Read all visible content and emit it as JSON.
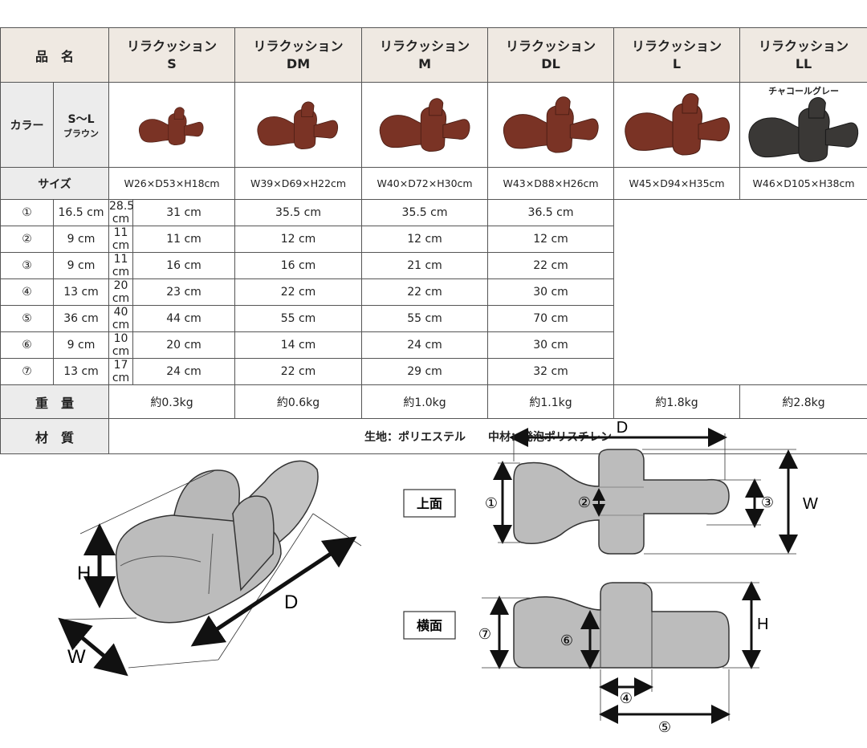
{
  "table": {
    "name_header": "品　名",
    "products": [
      {
        "name": "リラクッション",
        "size": "S",
        "dims": "W26×D53×H18cm",
        "weight": "約0.3kg",
        "color": "#7a3325"
      },
      {
        "name": "リラクッション",
        "size": "DM",
        "dims": "W39×D69×H22cm",
        "weight": "約0.6kg",
        "color": "#7a3325"
      },
      {
        "name": "リラクッション",
        "size": "M",
        "dims": "W40×D72×H30cm",
        "weight": "約1.0kg",
        "color": "#7a3325"
      },
      {
        "name": "リラクッション",
        "size": "DL",
        "dims": "W43×D88×H26cm",
        "weight": "約1.1kg",
        "color": "#7a3325"
      },
      {
        "name": "リラクッション",
        "size": "L",
        "dims": "W45×D94×H35cm",
        "weight": "約1.8kg",
        "color": "#7a3325"
      },
      {
        "name": "リラクッション",
        "size": "LL",
        "dims": "W46×D105×H38cm",
        "weight": "約2.8kg",
        "color": "#3a3836"
      }
    ],
    "color_label": "カラー",
    "color_sub_range": "S～L",
    "color_sub_name": "ブラウン",
    "charcoal_label": "チャコールグレー",
    "size_label": "サイズ",
    "weight_label": "重　量",
    "material_label": "材　質",
    "material_value": "生地：ポリエステル　　中材：発泡ポリスチレン",
    "measure_rows": [
      {
        "mark": "①",
        "values": [
          "16.5 cm",
          "28.5 cm",
          "31 cm",
          "35.5 cm",
          "35.5 cm",
          "36.5 cm"
        ]
      },
      {
        "mark": "②",
        "values": [
          "9 cm",
          "11 cm",
          "11 cm",
          "12 cm",
          "12 cm",
          "12 cm"
        ]
      },
      {
        "mark": "③",
        "values": [
          "9 cm",
          "11 cm",
          "16 cm",
          "16 cm",
          "21 cm",
          "22 cm"
        ]
      },
      {
        "mark": "④",
        "values": [
          "13 cm",
          "20 cm",
          "23 cm",
          "22 cm",
          "22 cm",
          "30 cm"
        ]
      },
      {
        "mark": "⑤",
        "values": [
          "36 cm",
          "40 cm",
          "44 cm",
          "55 cm",
          "55 cm",
          "70 cm"
        ]
      },
      {
        "mark": "⑥",
        "values": [
          "9 cm",
          "10 cm",
          "20 cm",
          "14 cm",
          "24 cm",
          "30 cm"
        ]
      },
      {
        "mark": "⑦",
        "values": [
          "13 cm",
          "17 cm",
          "24 cm",
          "22 cm",
          "29 cm",
          "32 cm"
        ]
      }
    ]
  },
  "diagram": {
    "label_H": "H",
    "label_W": "W",
    "label_D": "D",
    "top_view_label": "上面",
    "side_view_label": "横面",
    "mark1": "①",
    "mark2": "②",
    "mark3": "③",
    "mark4": "④",
    "mark5": "⑤",
    "mark6": "⑥",
    "mark7": "⑦"
  }
}
